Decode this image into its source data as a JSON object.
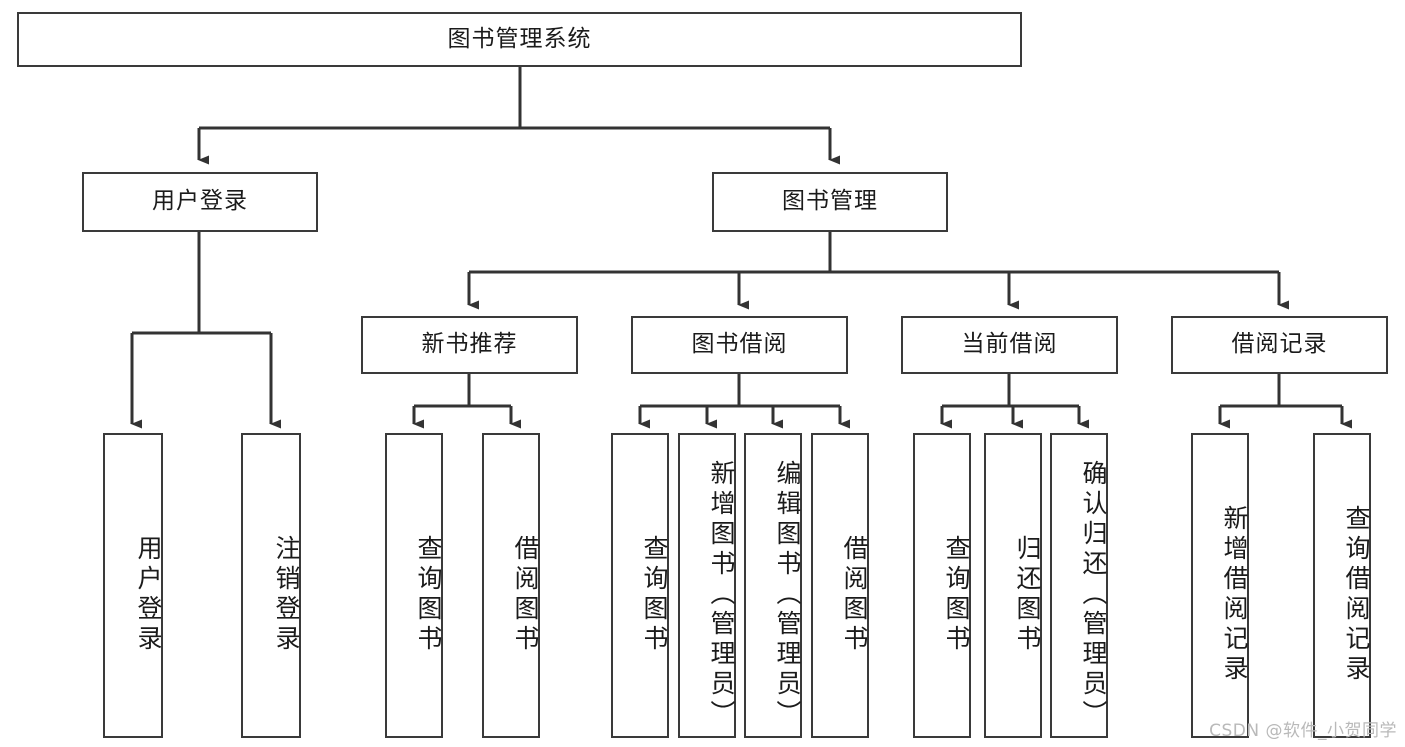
{
  "diagram": {
    "title": "图书管理系统",
    "type": "tree-hierarchy-diagram",
    "colors": {
      "box_border": "#3a3a3a",
      "box_fill": "#ffffff",
      "connector": "#333333",
      "text": "#1b1b1b",
      "watermark": "#b9b9b9",
      "background": "#ffffff"
    },
    "root": {
      "label": "图书管理系统"
    },
    "level2": [
      {
        "label": "用户登录"
      },
      {
        "label": "图书管理"
      }
    ],
    "level3": [
      {
        "label": "新书推荐"
      },
      {
        "label": "图书借阅"
      },
      {
        "label": "当前借阅"
      },
      {
        "label": "借阅记录"
      }
    ],
    "leaves": {
      "user_login": [
        {
          "label": "用户登录"
        },
        {
          "label": "注销登录"
        }
      ],
      "new_book_recommend": [
        {
          "label": "查询图书"
        },
        {
          "label": "借阅图书"
        }
      ],
      "book_borrow": [
        {
          "label": "查询图书"
        },
        {
          "label": "新增图书（管理员）"
        },
        {
          "label": "编辑图书（管理员）"
        },
        {
          "label": "借阅图书"
        }
      ],
      "current_borrow": [
        {
          "label": "查询图书"
        },
        {
          "label": "归还图书"
        },
        {
          "label": "确认归还（管理员）"
        }
      ],
      "borrow_record": [
        {
          "label": "新增借阅记录"
        },
        {
          "label": "查询借阅记录"
        }
      ]
    },
    "watermark": "CSDN @软件_小贺同学"
  }
}
